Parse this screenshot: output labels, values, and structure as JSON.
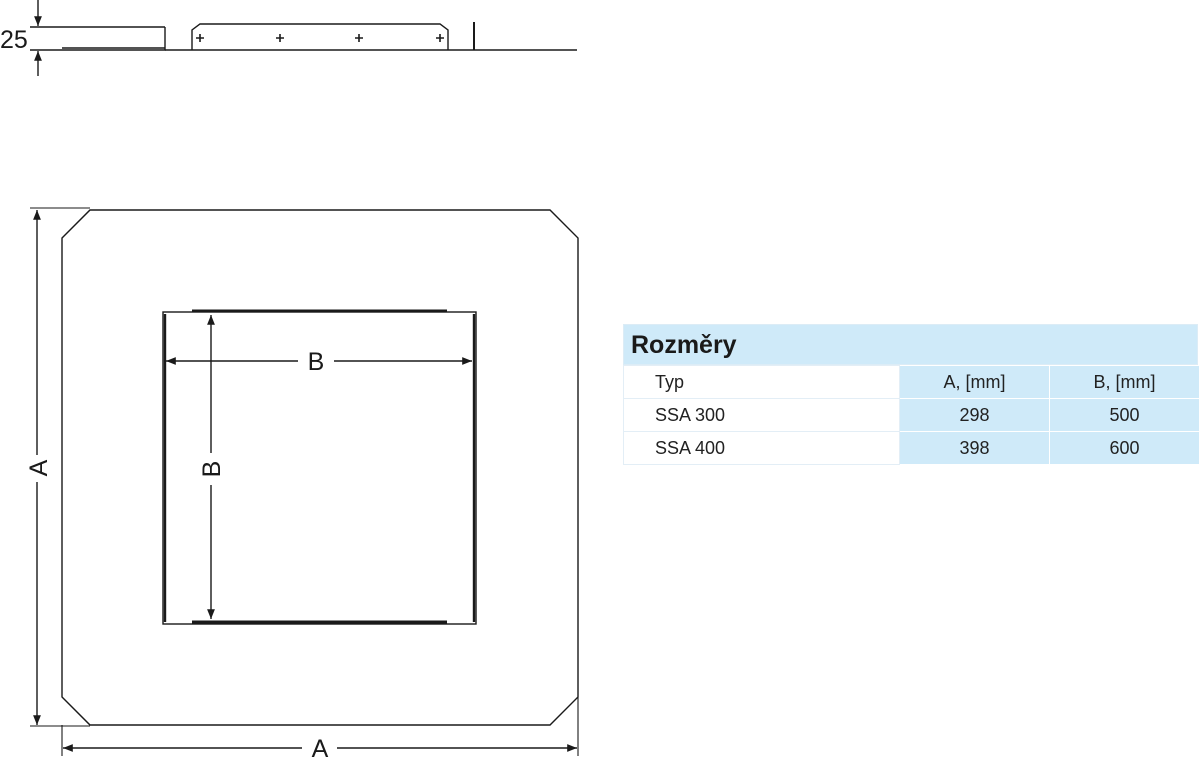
{
  "drawing": {
    "side_view": {
      "height_label": "25"
    },
    "top_view": {
      "outer_dim_label_vertical": "A",
      "outer_dim_label_horizontal": "A",
      "inner_dim_label_horizontal": "B",
      "inner_dim_label_vertical": "B"
    }
  },
  "table": {
    "title": "Rozměry",
    "headers": [
      "Typ",
      "A, [mm]",
      "B, [mm]"
    ],
    "rows": [
      [
        "SSA 300",
        "298",
        "500"
      ],
      [
        "SSA 400",
        "398",
        "600"
      ]
    ]
  }
}
